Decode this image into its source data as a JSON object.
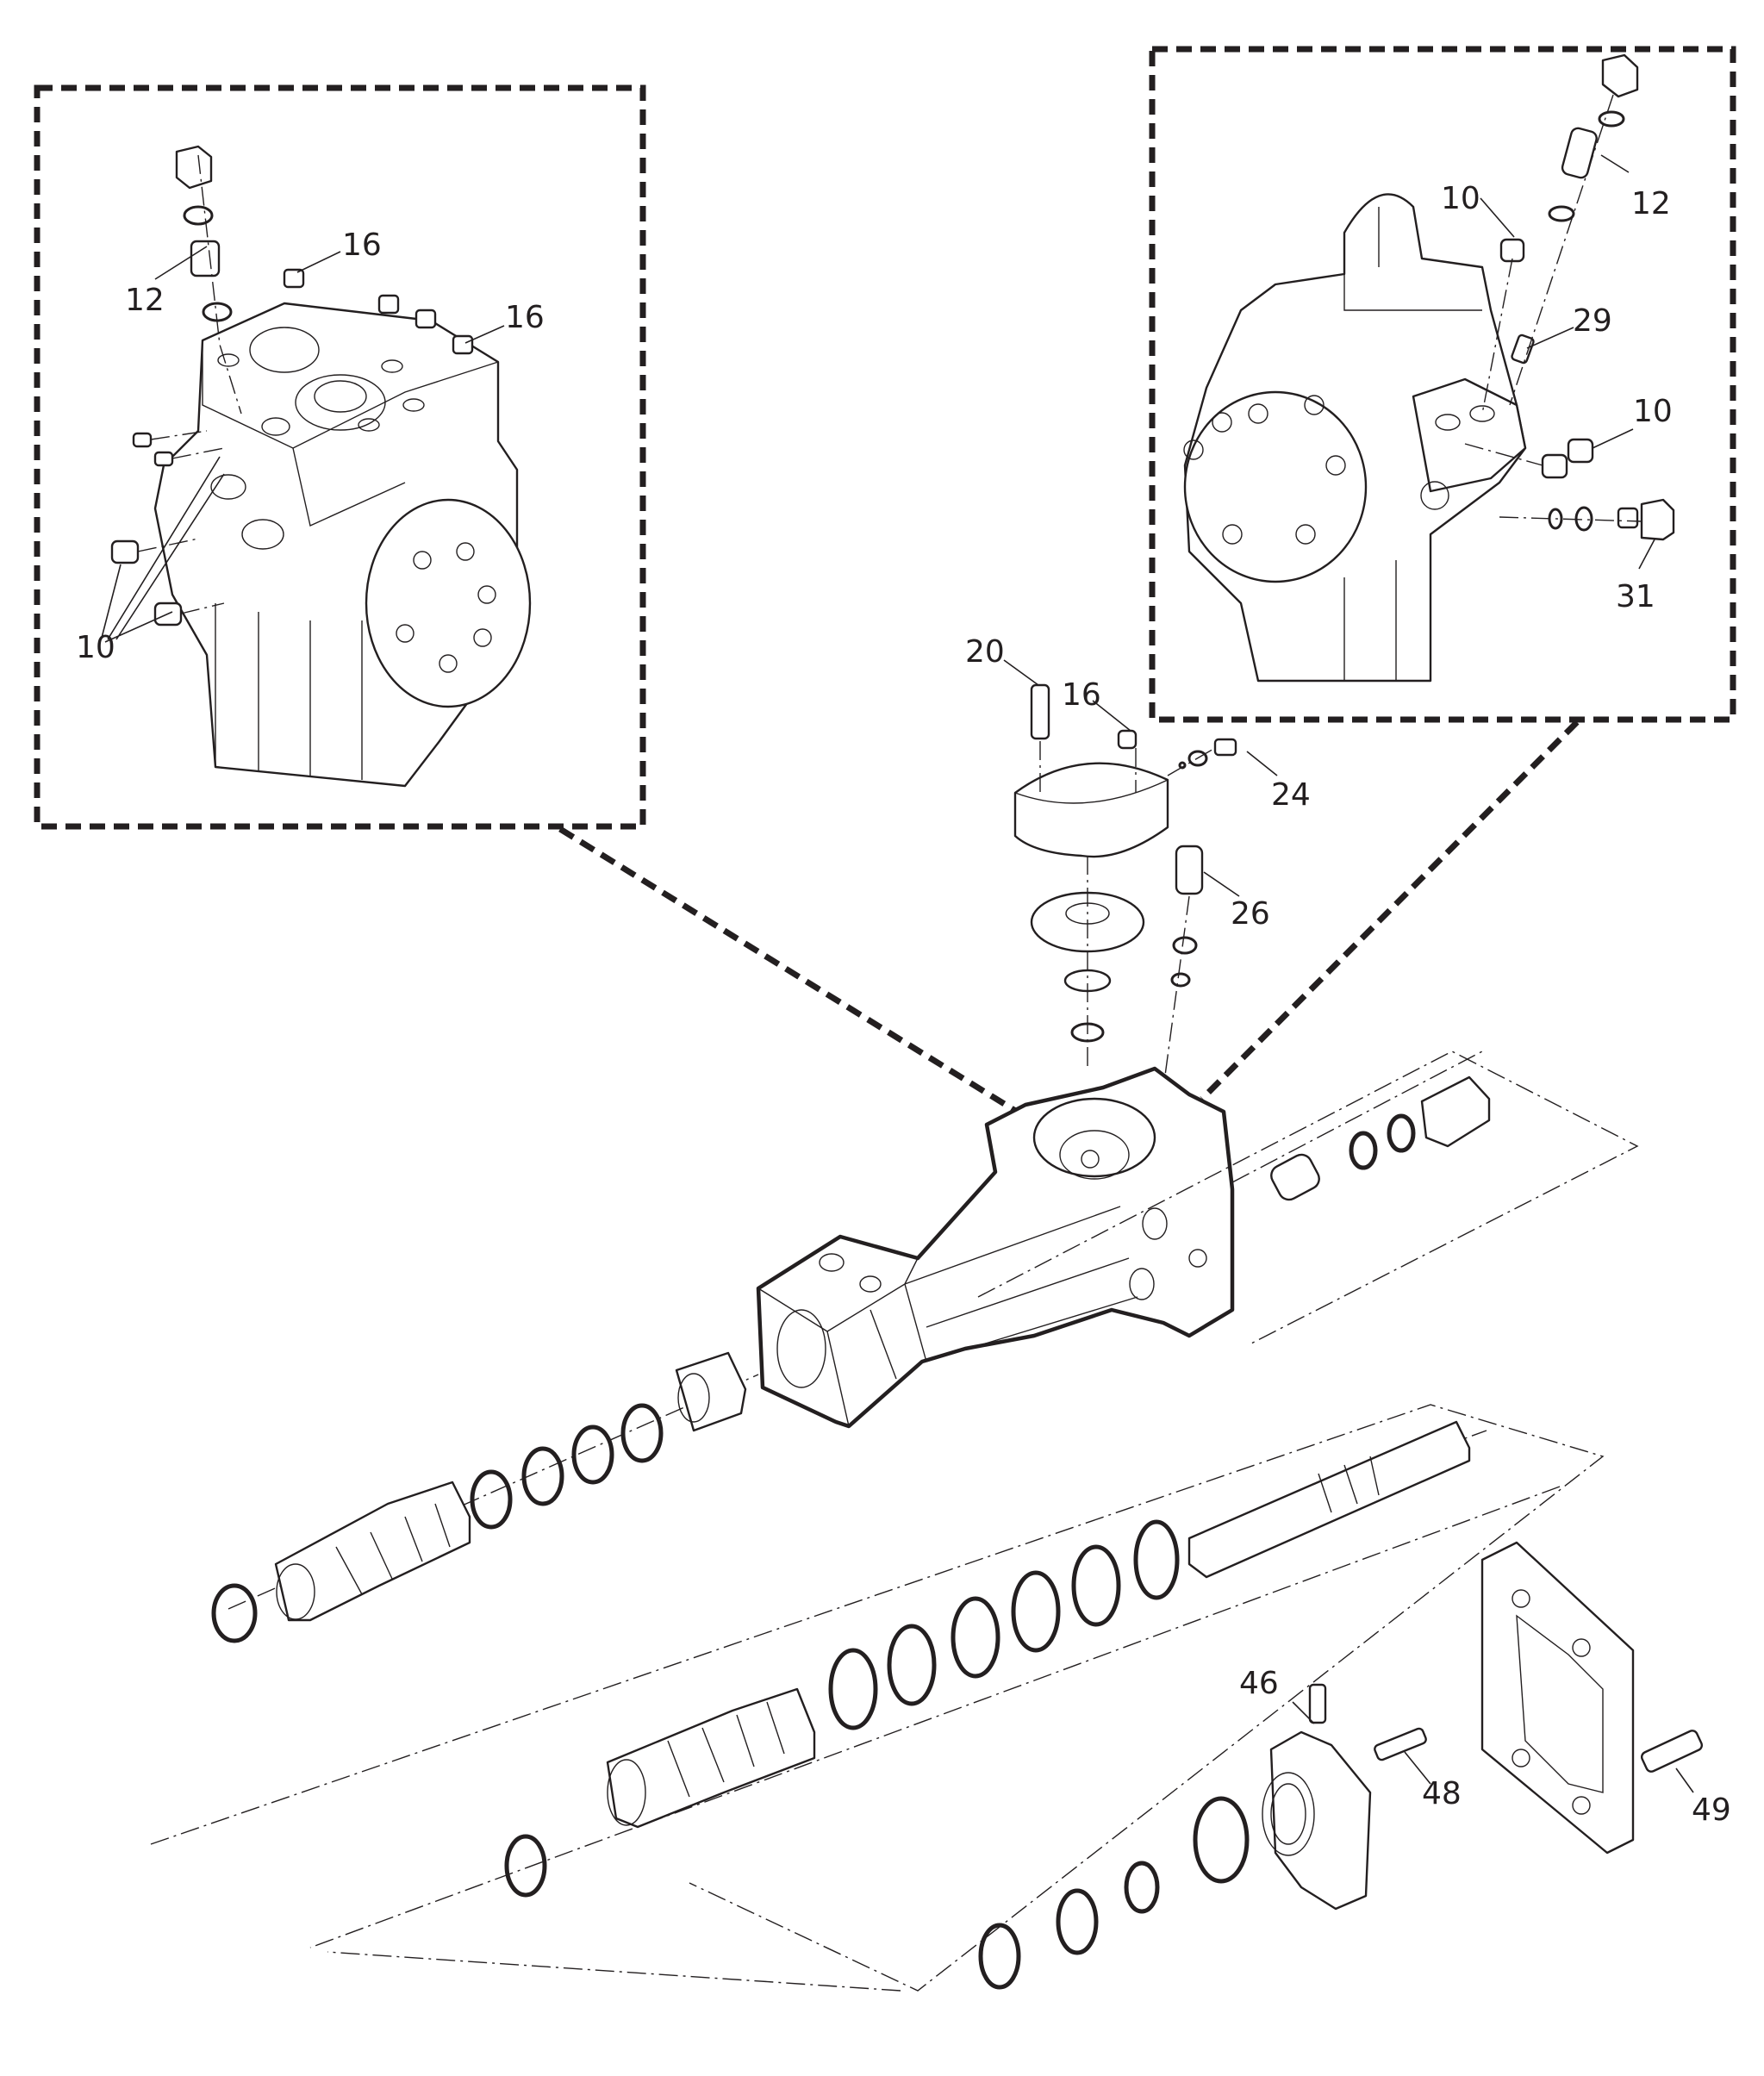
{
  "diagram": {
    "type": "exploded-parts-diagram",
    "subject": "Hydraulic housing assembly with detail insets",
    "colors": {
      "line": "#231f20",
      "background": "#ffffff"
    },
    "insets": [
      {
        "id": "left-detail",
        "callouts": [
          "12",
          "16",
          "16",
          "10"
        ]
      },
      {
        "id": "right-detail",
        "callouts": [
          "10",
          "12",
          "29",
          "10",
          "31"
        ]
      }
    ],
    "callouts": {
      "left_12": "12",
      "left_16a": "16",
      "left_16b": "16",
      "left_10": "10",
      "right_10a": "10",
      "right_12": "12",
      "right_29": "29",
      "right_10b": "10",
      "right_31": "31",
      "main_20": "20",
      "main_16": "16",
      "main_24": "24",
      "main_26": "26",
      "main_46": "46",
      "main_48": "48",
      "main_49": "49"
    }
  }
}
